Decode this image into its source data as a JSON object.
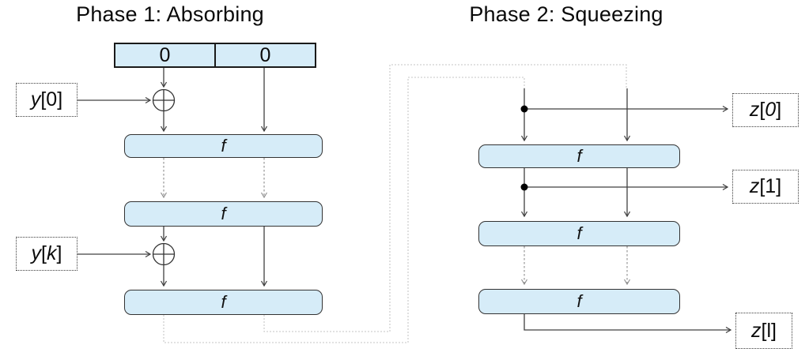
{
  "titles": {
    "phase1": "Phase 1: Absorbing",
    "phase2": "Phase 2: Squeezing"
  },
  "state_cells": [
    "0",
    "0"
  ],
  "f_label": "f",
  "labels": {
    "y0": {
      "var": "y",
      "open": "[",
      "index": "0",
      "close": "]"
    },
    "yk": {
      "var": "y",
      "open": "[",
      "index": "k",
      "close": "]"
    },
    "z0": {
      "var": "z",
      "open": "[",
      "index": "0",
      "close": "]"
    },
    "z1": {
      "var": "z",
      "open": "[",
      "index": "1",
      "close": "]"
    },
    "zl": {
      "var": "z",
      "open": "[",
      "index": "l",
      "close": "]"
    }
  },
  "icons": {
    "xor_symbol": "⊕",
    "junction_dot": "●"
  },
  "colors": {
    "box_fill": "#d6ecf8",
    "box_border": "#333333",
    "state_border": "#1a1a1a",
    "arrow": "#404040",
    "dashed_arrow": "#8c8c8c",
    "feedback_line": "#c6c6c6",
    "background": "#ffffff"
  }
}
